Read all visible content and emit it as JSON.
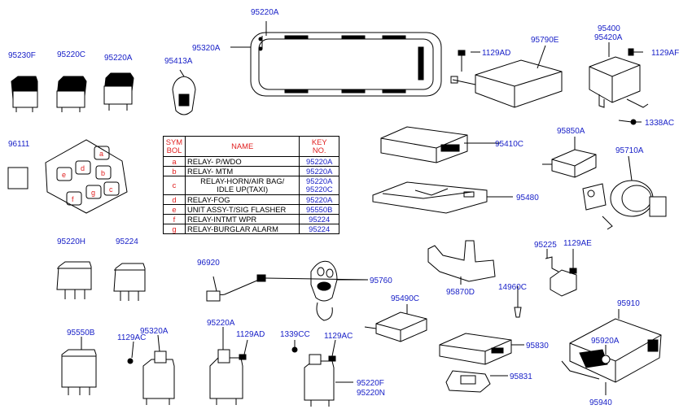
{
  "parts": {
    "p95220A_top": "95220A",
    "p95320A_top": "95320A",
    "p95230F": "95230F",
    "p95220C": "95220C",
    "p95220A_left": "95220A",
    "p95413A": "95413A",
    "p1129AD_top": "1129AD",
    "p95790E": "95790E",
    "p95400": "95400",
    "p95420A": "95420A",
    "p1129AF": "1129AF",
    "p1338AC": "1338AC",
    "p96111": "96111",
    "p95410C": "95410C",
    "p95850A": "95850A",
    "p95710A": "95710A",
    "p95480": "95480",
    "p95220H": "95220H",
    "p95224": "95224",
    "p96920": "96920",
    "p95760": "95760",
    "p95870D": "95870D",
    "p95225": "95225",
    "p1129AE": "1129AE",
    "p14960C": "14960C",
    "p95910": "95910",
    "p95490C": "95490C",
    "p95550B": "95550B",
    "p1129AC_left": "1129AC",
    "p95320A_bottom": "95320A",
    "p95220A_bottom": "95220A",
    "p1129AD_bottom": "1129AD",
    "p1339CC": "1339CC",
    "p1129AC_right": "1129AC",
    "p95830": "95830",
    "p95920A": "95920A",
    "p95831": "95831",
    "p95220F": "95220F",
    "p95220N": "95220N",
    "p95940": "95940"
  },
  "block_labels": [
    "a",
    "b",
    "c",
    "d",
    "e",
    "f",
    "g"
  ],
  "table": {
    "headers": {
      "symbol_line1": "SYM",
      "symbol_line2": "BOL",
      "name": "NAME",
      "key_line1": "KEY",
      "key_line2": "NO."
    },
    "rows": [
      {
        "symbol": "a",
        "name": "RELAY- P/WDO",
        "key": "95220A"
      },
      {
        "symbol": "b",
        "name": "RELAY- MTM",
        "key": "95220A"
      },
      {
        "symbol": "c",
        "name_line1": "RELAY-HORN/AIR BAG/",
        "name_line2": "IDLE UP(TAXI)",
        "key_line1": "95220A",
        "key_line2": "95220C"
      },
      {
        "symbol": "d",
        "name": "RELAY-FOG",
        "key": "95220A"
      },
      {
        "symbol": "e",
        "name": "UNIT ASSY-T/SIG FLASHER",
        "key": "95550B"
      },
      {
        "symbol": "f",
        "name": "RELAY-INTMT WPR",
        "key": "95224"
      },
      {
        "symbol": "g",
        "name": "RELAY-BURGLAR ALARM",
        "key": "95224"
      }
    ]
  },
  "colors": {
    "part_number": "#1a22c8",
    "table_accent": "#e02020",
    "line": "#000000"
  }
}
